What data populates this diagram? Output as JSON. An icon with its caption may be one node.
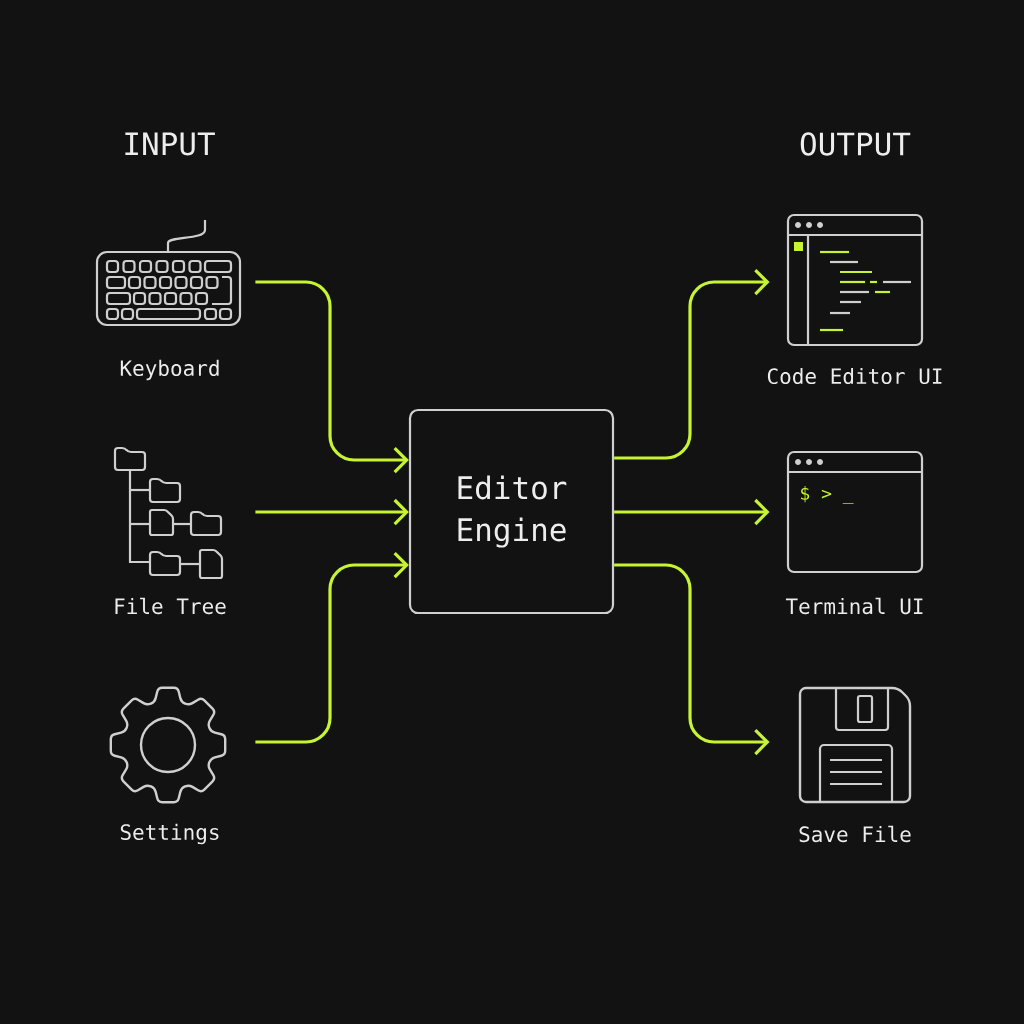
{
  "diagram": {
    "nodes": [
      {
        "text": [
          "Keyboard"
        ]
      },
      {
        "text": [
          "File Tree"
        ]
      },
      {
        "text": [
          "Settings"
        ]
      },
      {
        "text": [
          "Editor Engine"
        ]
      },
      {
        "text": [
          "Code Editor UI"
        ]
      },
      {
        "text": [
          "Terminal UI"
        ]
      },
      {
        "text": [
          "Save File"
        ]
      }
    ],
    "edges": [
      {
        "from": 0,
        "to": 3,
        "arrow": "to"
      },
      {
        "from": 1,
        "to": 3,
        "arrow": "to"
      },
      {
        "from": 2,
        "to": 3,
        "arrow": "to"
      },
      {
        "from": 3,
        "to": 4,
        "arrow": "to"
      },
      {
        "from": 3,
        "to": 5,
        "arrow": "to"
      },
      {
        "from": 3,
        "to": 6,
        "arrow": "to"
      }
    ],
    "labels": [
      "INPUT",
      "OUTPUT",
      "$ > _"
    ]
  }
}
